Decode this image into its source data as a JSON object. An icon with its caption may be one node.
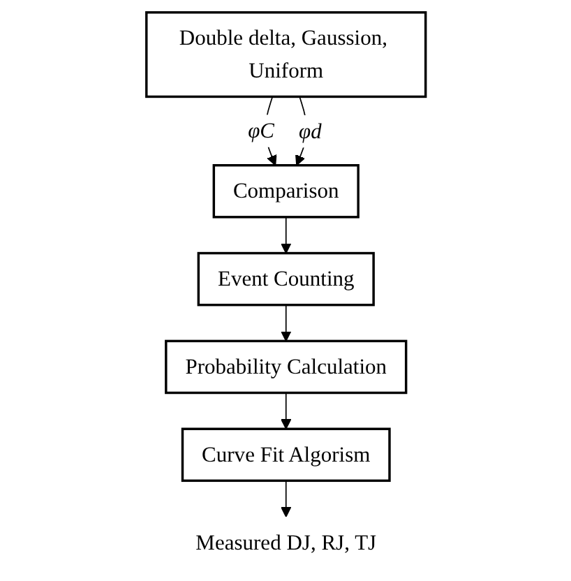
{
  "diagram": {
    "nodes": [
      {
        "text": [
          "Double delta, Gaussion, Uniform"
        ]
      },
      {
        "text": [
          "Comparison"
        ]
      },
      {
        "text": [
          "Event Counting"
        ]
      },
      {
        "text": [
          "Probability Calculation"
        ]
      },
      {
        "text": [
          "Curve Fit Algorism"
        ]
      },
      {
        "text": [
          "Measured DJ, RJ, TJ"
        ]
      }
    ],
    "edges": [
      {
        "from": 0,
        "to": 1,
        "arrow": "to",
        "label": "φC"
      },
      {
        "from": 0,
        "to": 1,
        "arrow": "to",
        "label": "φd"
      },
      {
        "from": 1,
        "to": 2,
        "arrow": "to"
      },
      {
        "from": 2,
        "to": 3,
        "arrow": "to"
      },
      {
        "from": 3,
        "to": 4,
        "arrow": "to"
      },
      {
        "from": 4,
        "to": 5,
        "arrow": "to"
      }
    ]
  }
}
